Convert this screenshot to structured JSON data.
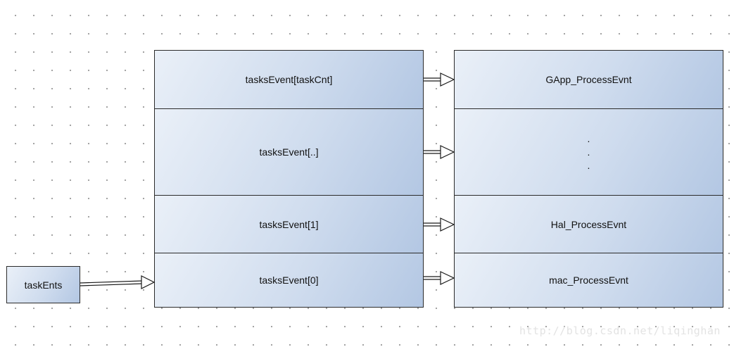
{
  "task_list": {
    "label": "taskEnts"
  },
  "events_array": {
    "cells": [
      "tasksEvent[taskCnt]",
      "tasksEvent[..]",
      "tasksEvent[1]",
      "tasksEvent[0]"
    ]
  },
  "process_handlers": {
    "cells": [
      "GApp_ProcessEvnt",
      "",
      "Hal_ProcessEvnt",
      "mac_ProcessEvnt"
    ],
    "ellipsis": [
      ".",
      ".",
      "."
    ]
  },
  "watermark": "http://blog.csdn.net/liqinghan",
  "colors": {
    "box_fill_light": "#eaf0f8",
    "box_fill_dark": "#b3c7e3",
    "border": "#2b2b2b",
    "grid_dot": "#9a9a9a"
  }
}
